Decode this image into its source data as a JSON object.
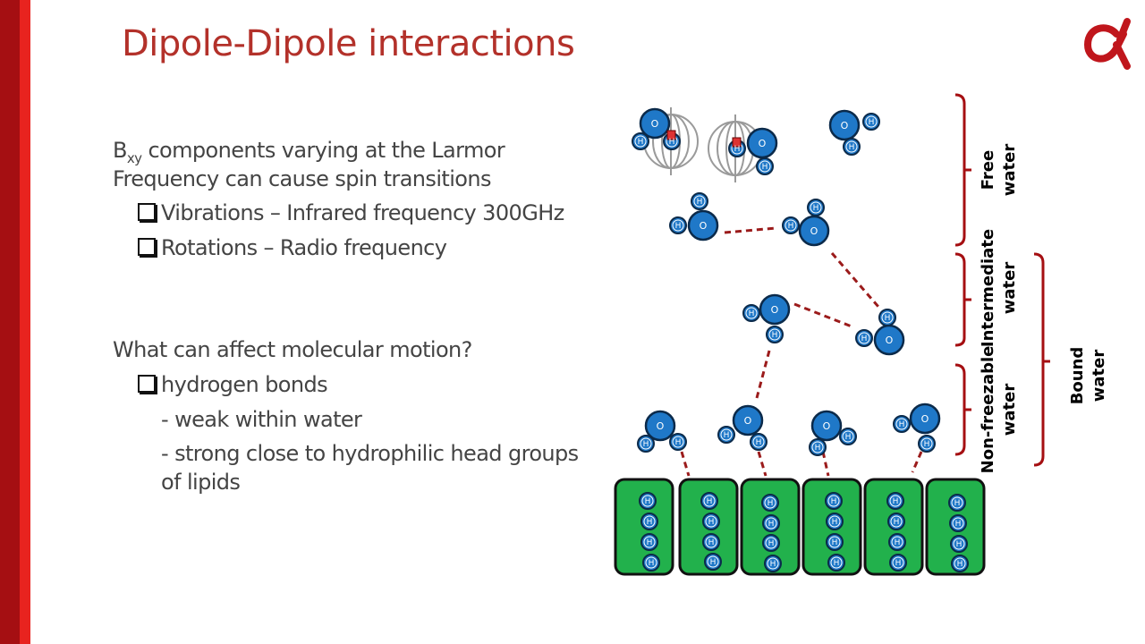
{
  "slide": {
    "title": "Dipole-Dipole interactions",
    "accent_dark": "#a50f12",
    "accent_light": "#e8231f",
    "title_color": "#b3312a",
    "logo_icon": "alpha-logo-icon"
  },
  "body": {
    "bxy_base": "B",
    "bxy_sub": "xy",
    "bxy_line1_rest": " components varying at the Larmor",
    "bxy_line2": "Frequency can cause spin transitions",
    "bullet1": "Vibrations – Infrared frequency 300GHz",
    "bullet2": "Rotations – Radio frequency",
    "question": "What can affect molecular motion?",
    "bullet3": "hydrogen bonds",
    "sub1": "- weak within water",
    "sub2_line1": "- strong close to hydrophilic head groups",
    "sub2_line2": "of lipids"
  },
  "diagram": {
    "oxygen_label": "O",
    "hydrogen_label": "H",
    "molecule_color": "#1f78c8",
    "lipid_color": "#22b14c",
    "bond_color": "#9b1b1b",
    "labels": {
      "free": [
        "Free",
        "water"
      ],
      "intermediate": [
        "Intermediate",
        "water"
      ],
      "nonfreezable": [
        "Non-freezable",
        "water"
      ],
      "bound": [
        "Bound",
        "water"
      ]
    }
  }
}
